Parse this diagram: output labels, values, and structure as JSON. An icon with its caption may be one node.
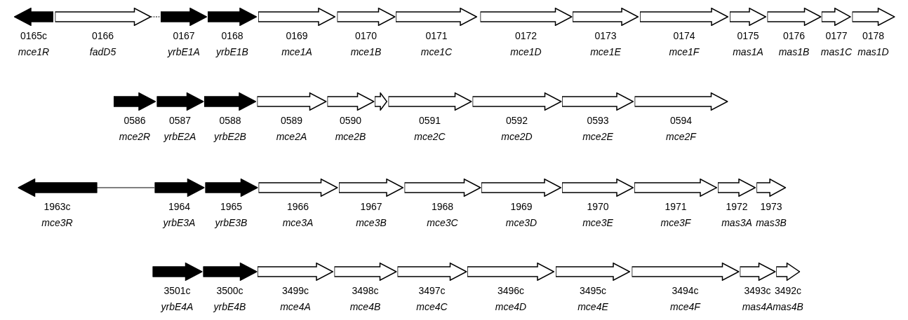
{
  "diagram": {
    "nodes": [
      {
        "text": [
          "0165c",
          "mce1R"
        ]
      },
      {
        "text": [
          "0166",
          "fadD5"
        ]
      },
      {
        "text": [
          "0167",
          "yrbE1A"
        ]
      },
      {
        "text": [
          "0168",
          "yrbE1B"
        ]
      },
      {
        "text": [
          "0169",
          "mce1A"
        ]
      },
      {
        "text": [
          "0170",
          "mce1B"
        ]
      },
      {
        "text": [
          "0171",
          "mce1C"
        ]
      },
      {
        "text": [
          "0172",
          "mce1D"
        ]
      },
      {
        "text": [
          "0173",
          "mce1E"
        ]
      },
      {
        "text": [
          "0174",
          "mce1F"
        ]
      },
      {
        "text": [
          "0175",
          "mas1A"
        ]
      },
      {
        "text": [
          "0176",
          "mas1B"
        ]
      },
      {
        "text": [
          "0177",
          "mas1C"
        ]
      },
      {
        "text": [
          "0178",
          "mas1D"
        ]
      },
      {
        "text": [
          "0586",
          "mce2R"
        ]
      },
      {
        "text": [
          "0587",
          "yrbE2A"
        ]
      },
      {
        "text": [
          "0588",
          "yrbE2B"
        ]
      },
      {
        "text": [
          "0589",
          "mce2A"
        ]
      },
      {
        "text": [
          "0590",
          "mce2B"
        ]
      },
      {
        "text": [],
        "shape": "arrow"
      },
      {
        "text": [
          "0591",
          "mce2C"
        ]
      },
      {
        "text": [
          "0592",
          "mce2D"
        ]
      },
      {
        "text": [
          "0593",
          "mce2E"
        ]
      },
      {
        "text": [
          "0594",
          "mce2F"
        ]
      },
      {
        "text": [
          "1963c",
          "mce3R"
        ]
      },
      {
        "text": [
          "1964",
          "yrbE3A"
        ]
      },
      {
        "text": [
          "1965",
          "yrbE3B"
        ]
      },
      {
        "text": [
          "1966",
          "mce3A"
        ]
      },
      {
        "text": [
          "1967",
          "mce3B"
        ]
      },
      {
        "text": [
          "1968",
          "mce3C"
        ]
      },
      {
        "text": [
          "1969",
          "mce3D"
        ]
      },
      {
        "text": [
          "1970",
          "mce3E"
        ]
      },
      {
        "text": [
          "1971",
          "mce3F"
        ]
      },
      {
        "text": [
          "1972",
          "mas3A"
        ]
      },
      {
        "text": [
          "1973",
          "mas3B"
        ]
      },
      {
        "text": [
          "3501c",
          "yrbE4A"
        ]
      },
      {
        "text": [
          "3500c",
          "yrbE4B"
        ]
      },
      {
        "text": [
          "3499c",
          "mce4A"
        ]
      },
      {
        "text": [
          "3498c",
          "mce4B"
        ]
      },
      {
        "text": [
          "3497c",
          "mce4C"
        ]
      },
      {
        "text": [
          "3496c",
          "mce4D"
        ]
      },
      {
        "text": [
          "3495c",
          "mce4E"
        ]
      },
      {
        "text": [
          "3494c",
          "mce4F"
        ]
      },
      {
        "text": [
          "3493c",
          "mas4A"
        ]
      },
      {
        "text": [
          "3492c",
          "mas4B"
        ]
      }
    ],
    "edges": [
      {
        "from": 1,
        "to": 2,
        "arrow": "none",
        "style": "dashed"
      },
      {
        "from": 24,
        "to": 25,
        "arrow": "none"
      }
    ]
  }
}
